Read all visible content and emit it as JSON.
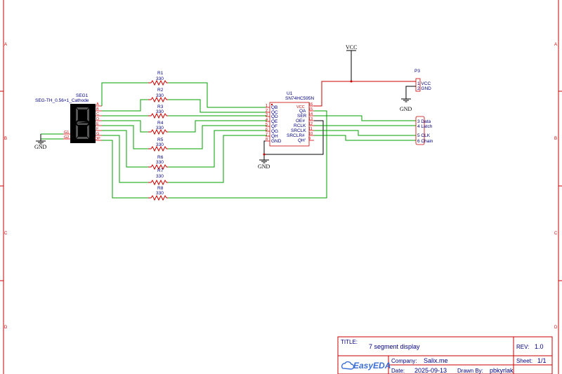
{
  "border": {
    "rows_left": [
      "A",
      "B",
      "C",
      "D"
    ],
    "rows_right": [
      "A",
      "B",
      "C",
      "D"
    ]
  },
  "display": {
    "ref": "SEG1",
    "value": "SEG-TH_0.56×1_Cathode",
    "pins_left": [
      "G1",
      "G2"
    ],
    "pins_right": [
      "A",
      "B",
      "C",
      "D",
      "E",
      "F",
      "G",
      "DP"
    ],
    "gnd": "GND"
  },
  "resistors": [
    {
      "ref": "R1",
      "value": "330"
    },
    {
      "ref": "R2",
      "value": "330"
    },
    {
      "ref": "R3",
      "value": "330"
    },
    {
      "ref": "R4",
      "value": "330"
    },
    {
      "ref": "R5",
      "value": "330"
    },
    {
      "ref": "R6",
      "value": "330"
    },
    {
      "ref": "R7",
      "value": "330"
    },
    {
      "ref": "R8",
      "value": "330"
    }
  ],
  "chip": {
    "ref": "U1",
    "part": "SN74HC595N",
    "left_pins": [
      {
        "num": "1",
        "name": "QB"
      },
      {
        "num": "2",
        "name": "QC"
      },
      {
        "num": "3",
        "name": "QD"
      },
      {
        "num": "4",
        "name": "QE"
      },
      {
        "num": "5",
        "name": "QF"
      },
      {
        "num": "6",
        "name": "QG"
      },
      {
        "num": "7",
        "name": "QH"
      },
      {
        "num": "8",
        "name": "GND"
      }
    ],
    "right_pins": [
      {
        "num": "16",
        "name": "VCC"
      },
      {
        "num": "15",
        "name": "QA"
      },
      {
        "num": "14",
        "name": "SER"
      },
      {
        "num": "13",
        "name": "OE#"
      },
      {
        "num": "12",
        "name": "RCLK"
      },
      {
        "num": "11",
        "name": "SRCLK"
      },
      {
        "num": "10",
        "name": "SRCLR#"
      },
      {
        "num": "9",
        "name": "QH'"
      }
    ],
    "gnd": "GND"
  },
  "vcc": "VCC",
  "p3": {
    "ref": "P3",
    "pins": [
      "1 VCC",
      "2 GND"
    ],
    "gnd": "GND"
  },
  "header": {
    "pins": [
      "3 Data",
      "4 Latch",
      "5 CLK",
      "6 Chain"
    ]
  },
  "title_block": {
    "title_label": "TITLE:",
    "title": "7 segment display",
    "rev_label": "REV:",
    "rev": "1.0",
    "brand": "EasyEDA",
    "company_label": "Company:",
    "company": "Salix.me",
    "sheet_label": "Sheet:",
    "sheet": "1/1",
    "date_label": "Date:",
    "date": "2025-09-13",
    "drawn_label": "Drawn By:",
    "drawn_by": "pbkyrlak"
  }
}
